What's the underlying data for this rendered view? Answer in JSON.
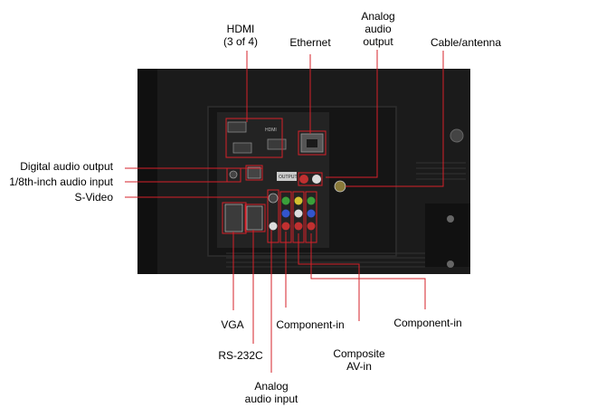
{
  "labels": {
    "hdmi": "HDMI",
    "hdmi_count": "(3 of 4)",
    "ethernet": "Ethernet",
    "analog_audio_output_1": "Analog",
    "analog_audio_output_2": "audio",
    "analog_audio_output_3": "output",
    "cable_antenna": "Cable/antenna",
    "digital_audio_output": "Digital audio output",
    "audio_input_18": "1/8th-inch audio input",
    "s_video": "S-Video",
    "vga": "VGA",
    "rs232c": "RS-232C",
    "component_in_left": "Component-in",
    "component_in_right": "Component-in",
    "composite_1": "Composite",
    "composite_2": "AV-in",
    "analog_audio_input_1": "Analog",
    "analog_audio_input_2": "audio input"
  },
  "panel_text": {
    "hdmi_logo": "HDMI",
    "output": "OUTPUT"
  },
  "colors": {
    "callout_line": "#d6202a",
    "tv_body": "#1c1c1c",
    "panel": "#262626"
  }
}
